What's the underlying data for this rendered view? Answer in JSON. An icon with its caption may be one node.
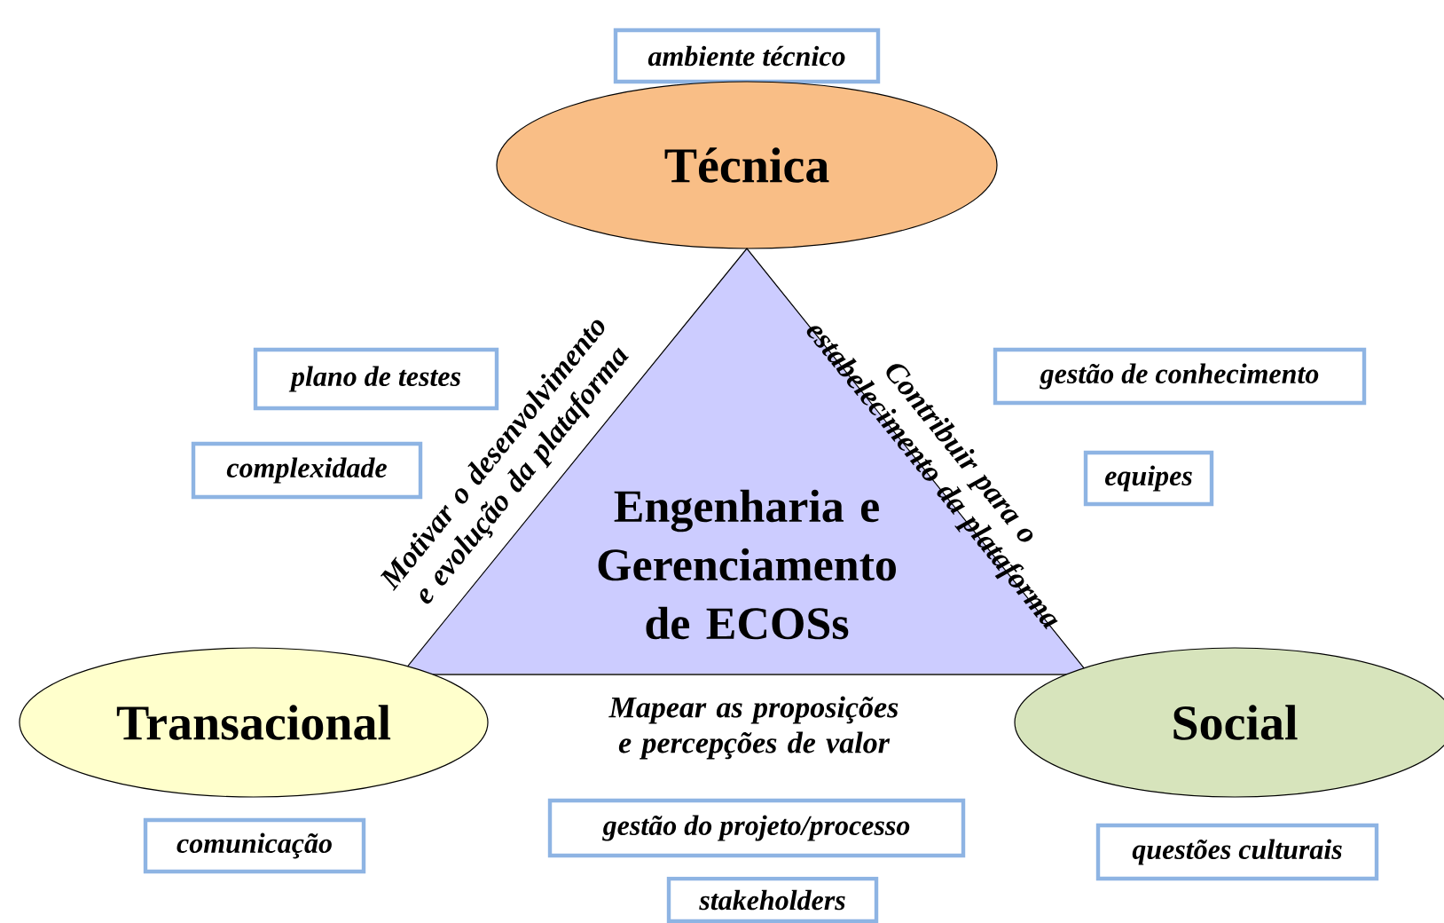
{
  "diagram": {
    "nodes": [
      {
        "text": [
          "ambiente técnico"
        ]
      },
      {
        "text": [
          "Técnica"
        ]
      },
      {
        "text": [
          "plano de testes"
        ]
      },
      {
        "text": [
          "gestão de conhecimento"
        ]
      },
      {
        "text": [
          "complexidade"
        ]
      },
      {
        "text": [
          "equipes"
        ]
      },
      {
        "text": [
          "Engenharia e Gerenciamento de ECOSs"
        ]
      },
      {
        "text": [
          "Transacional"
        ]
      },
      {
        "text": [
          "Social"
        ]
      },
      {
        "text": [
          "gestão do projeto/processo"
        ]
      },
      {
        "text": [
          "comunicação"
        ]
      },
      {
        "text": [
          "questões culturais"
        ]
      },
      {
        "text": [
          "stakeholders"
        ]
      }
    ],
    "labels": [
      "Motivar o desenvolvimento e evolução da plataforma",
      "Contribuir para o estabelecimento da plataforma",
      "Mapear as proposições e percepções de valor"
    ]
  }
}
